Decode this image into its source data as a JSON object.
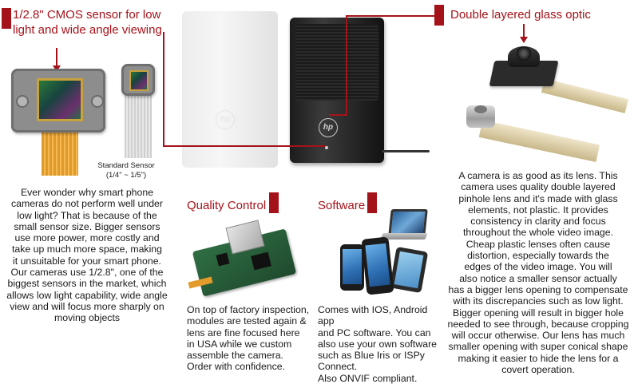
{
  "sensor_callout": {
    "title_line1": "1/2.8\" CMOS sensor for low",
    "title_line2": "light and wide angle viewing.",
    "standard_label_line1": "Standard Sensor",
    "standard_label_line2": "(1/4\" ~ 1/5\")",
    "description": [
      "Ever wonder why smart phone",
      "cameras do not perform well under",
      "low light? That is because of the",
      "small sensor size. Bigger sensors",
      "use more power, more costly and",
      "take up much more space, making",
      "it unsuitable for your smart phone.",
      "Our cameras use 1/2.8\", one of the",
      "biggest sensors in the market, which",
      "allows low light capability, wide angle",
      "view and will focus more sharply on",
      "moving objects"
    ]
  },
  "optic_callout": {
    "title": "Double layered glass optic",
    "description": [
      "A camera is as good as its lens. This",
      "camera uses quality double layered",
      "pinhole lens and it's made with glass",
      "elements, not plastic. It provides",
      "consistency in clarity and focus",
      "throughout the whole video image.",
      "Cheap plastic lenses often cause",
      "distortion, especially towards the",
      "edges of the video image. You will",
      "also notice a smaller sensor actually",
      "has a bigger lens opening to compensate",
      "with its discrepancies such as low light.",
      "Bigger opening will result in bigger hole",
      "needed to see through, because cropping",
      "will occur otherwise. Our lens has much",
      "smaller opening with super conical shape",
      "making it easier to hide the lens for a",
      "covert operation."
    ]
  },
  "quality_callout": {
    "title": "Quality Control",
    "description": [
      "On top of factory inspection,",
      "modules are tested again &",
      "lens are fine focused here",
      "in USA while we custom",
      "assemble the camera.",
      "Order with confidence."
    ]
  },
  "software_callout": {
    "title": "Software",
    "description": [
      "Comes with IOS, Android app",
      "and PC software. You can",
      "also use your own software",
      "such as Blue Iris or ISPy",
      "Connect.",
      "Also ONVIF compliant."
    ]
  },
  "speaker_logo": "hp",
  "colors": {
    "accent": "#a5131a"
  }
}
